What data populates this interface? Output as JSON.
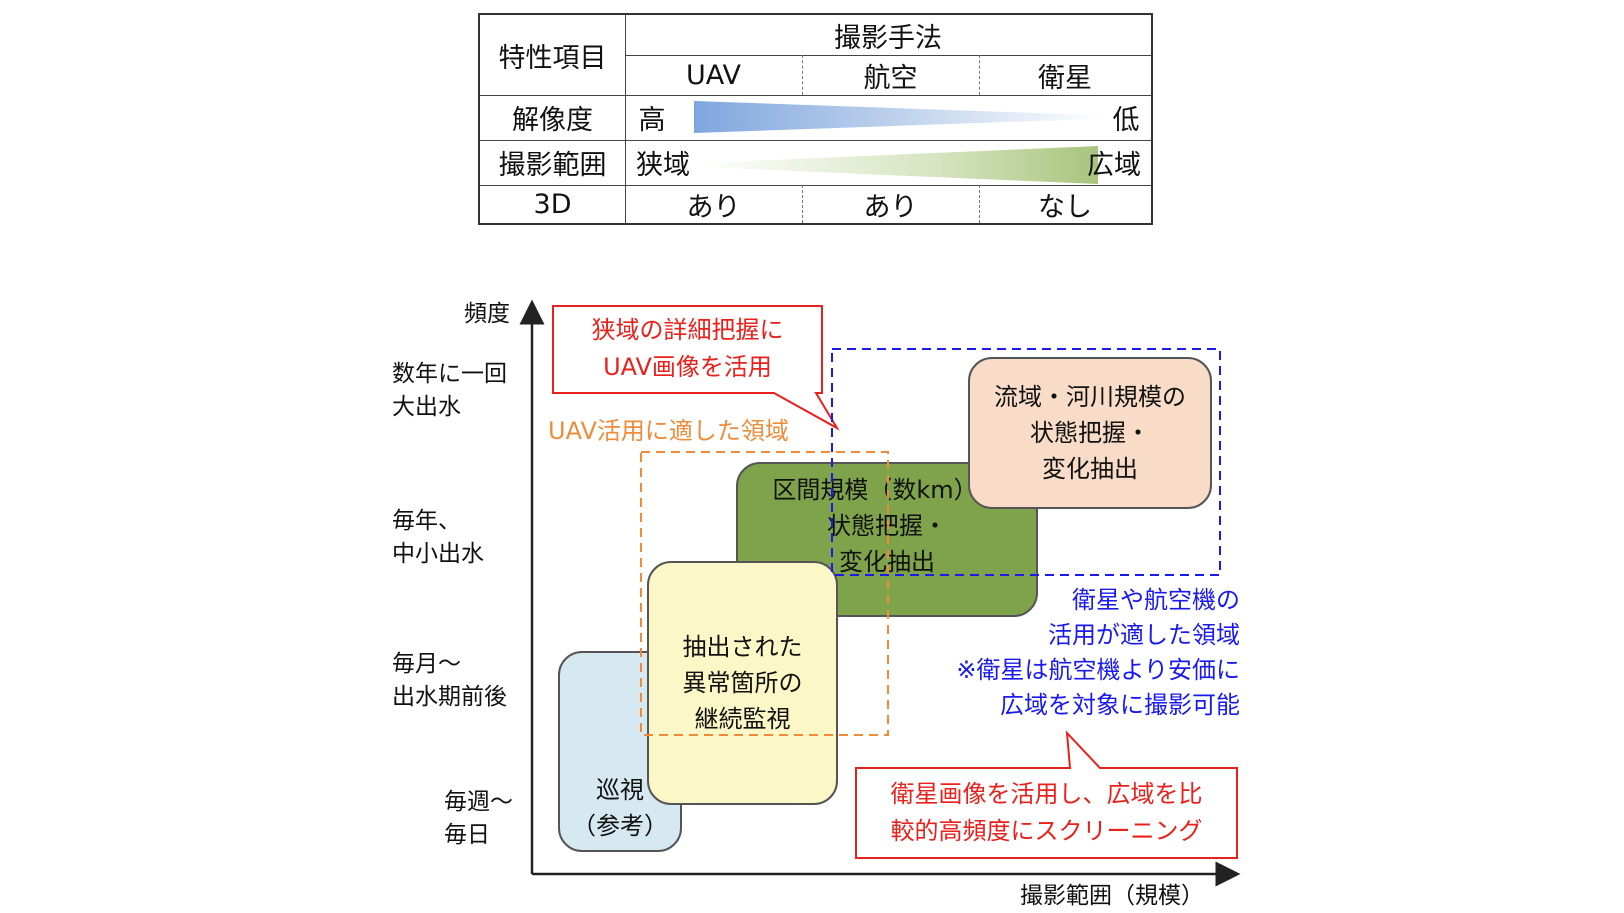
{
  "table": {
    "row_header": "特性項目",
    "method_header": "撮影手法",
    "methods": [
      "UAV",
      "航空",
      "衛星"
    ],
    "resolution": {
      "label": "解像度",
      "high": "高",
      "low": "低"
    },
    "coverage": {
      "label": "撮影範囲",
      "narrow": "狭域",
      "wide": "広域"
    },
    "three_d": {
      "label": "3D",
      "values": [
        "あり",
        "あり",
        "なし"
      ]
    }
  },
  "diagram": {
    "y_axis_label": "頻度",
    "x_axis_label": "撮影範囲（規模）",
    "y_ticks": [
      "数年に一回\n大出水",
      "毎年、\n中小出水",
      "毎月～\n出水期前後",
      "毎週～\n毎日"
    ],
    "boxes": {
      "patrol": "巡視\n（参考）",
      "monitor": "抽出された\n異常箇所の\n継続監視",
      "section": "区間規模（数km）の\n状態把握・\n変化抽出",
      "basin": "流域・河川規模の\n状態把握・\n変化抽出"
    },
    "uav_region_label": "UAV活用に適した領域",
    "satellite_region_label": "衛星や航空機の\n活用が適した領域\n※衛星は航空機より安価に\n広域を対象に撮影可能",
    "callout_uav": "狭域の詳細把握に\nUAV画像を活用",
    "callout_satellite": "衛星画像を活用し、広域を比\n較的高頻度にスクリーニング"
  },
  "colors": {
    "red": "#e8211d",
    "orange": "#ee8c3a",
    "blue": "#1a1aef",
    "patrol_fill": "#d6e8f0",
    "monitor_fill": "#fbf7c6",
    "section_fill": "#7fa34a",
    "basin_fill": "#f9dcc8"
  }
}
